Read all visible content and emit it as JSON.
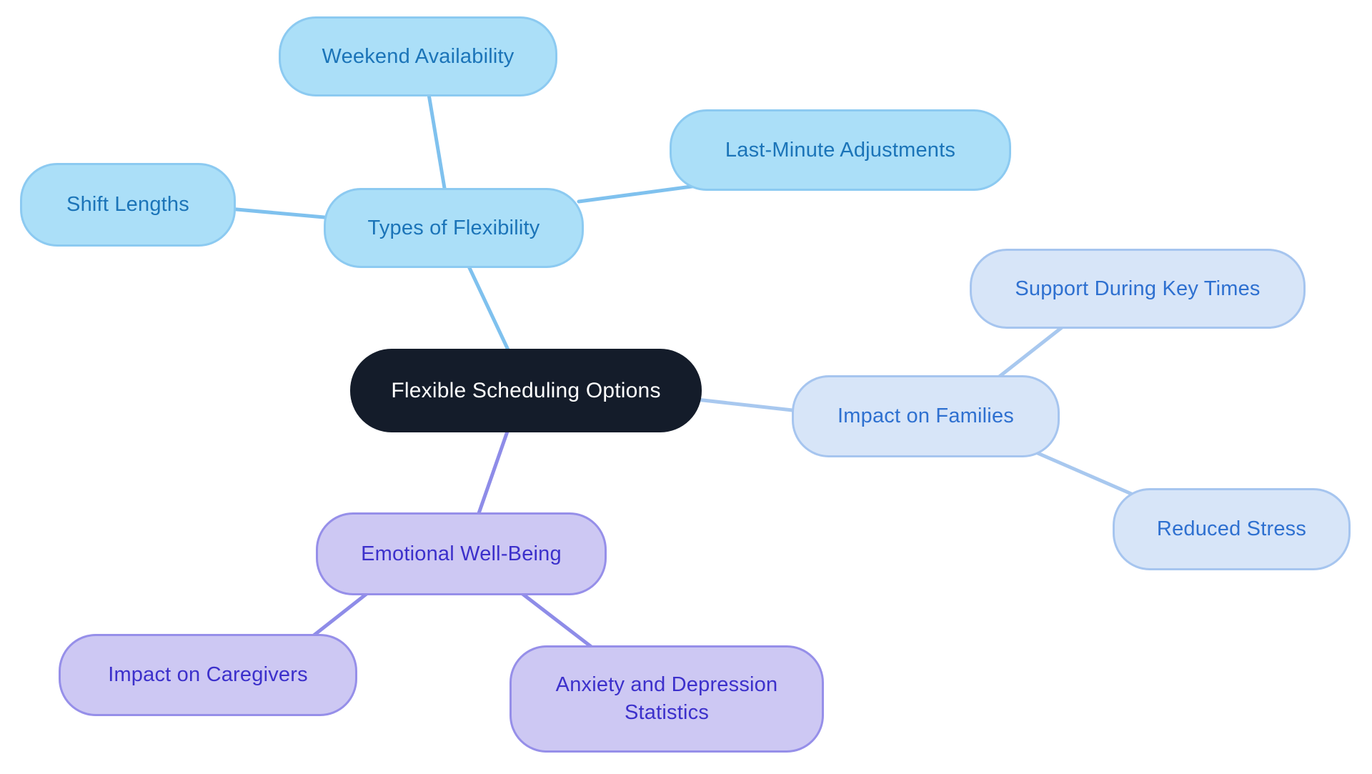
{
  "canvas": {
    "background": "#ffffff"
  },
  "mindmap": {
    "root": {
      "label": "Flexible Scheduling Options"
    },
    "branches": [
      {
        "key": "types",
        "label": "Types of Flexibility",
        "children": [
          {
            "label": "Weekend Availability"
          },
          {
            "label": "Shift Lengths"
          },
          {
            "label": "Last-Minute Adjustments"
          }
        ]
      },
      {
        "key": "families",
        "label": "Impact on Families",
        "children": [
          {
            "label": "Support During Key Times"
          },
          {
            "label": "Reduced Stress"
          }
        ]
      },
      {
        "key": "emotional",
        "label": "Emotional Well-Being",
        "children": [
          {
            "label": "Impact on Caregivers"
          },
          {
            "label": "Anxiety and Depression Statistics"
          }
        ]
      }
    ]
  },
  "colors": {
    "central": {
      "fill": "#141c2a",
      "border": "#141c2a",
      "text": "#ffffff",
      "edge": "#7fc1ee"
    },
    "types": {
      "fill": "#abdff8",
      "border": "#8ccaf1",
      "text": "#1b74b8",
      "edge": "#7fc1ee"
    },
    "families": {
      "fill": "#d7e5f8",
      "border": "#a6c5ef",
      "text": "#2e70d0",
      "edge": "#a8c8ef"
    },
    "emotional": {
      "fill": "#cdc8f3",
      "border": "#968fe9",
      "text": "#3c30cb",
      "edge": "#8e8ce8"
    }
  }
}
